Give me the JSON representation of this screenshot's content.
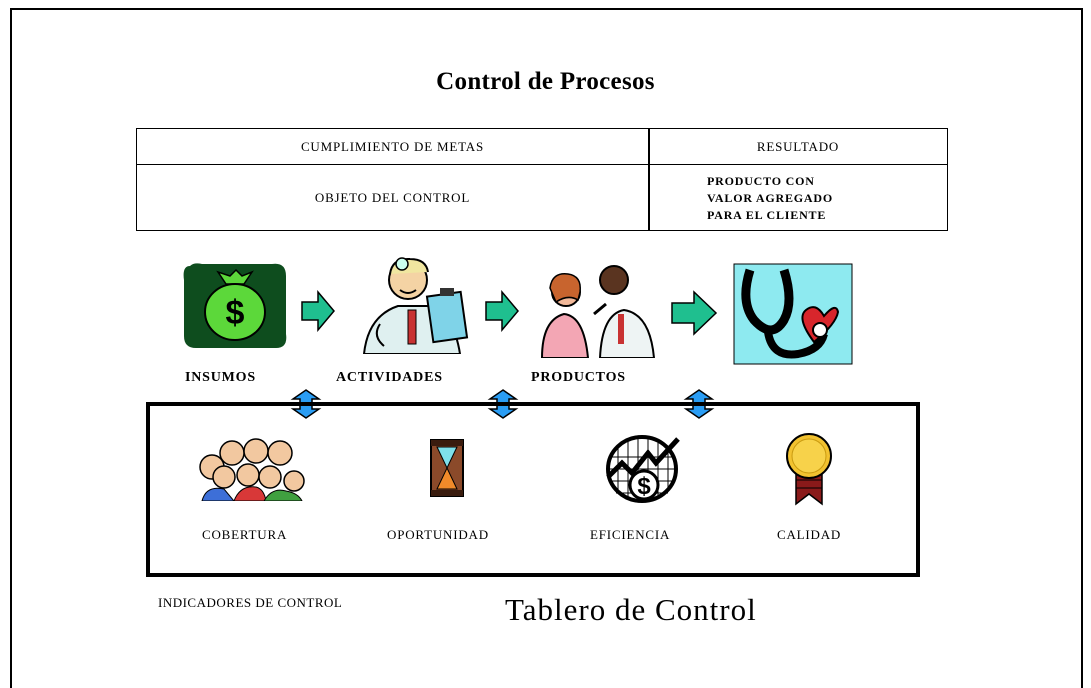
{
  "title": "Control de Procesos",
  "table": {
    "cumplimiento": "CUMPLIMIENTO DE METAS",
    "resultado": "RESULTADO",
    "objeto": "OBJETO  DEL CONTROL",
    "producto_lines": [
      "PRODUCTO CON",
      "VALOR AGREGADO",
      "PARA EL CLIENTE"
    ]
  },
  "process": [
    {
      "label": "INSUMOS",
      "icon": "money-bag-icon"
    },
    {
      "label": "ACTIVIDADES",
      "icon": "doctor-clipboard-icon"
    },
    {
      "label": "PRODUCTOS",
      "icon": "vaccination-icon"
    },
    {
      "label": "",
      "icon": "stethoscope-heart-icon"
    }
  ],
  "indicators": [
    {
      "label": "COBERTURA",
      "icon": "crowd-icon"
    },
    {
      "label": "OPORTUNIDAD",
      "icon": "hourglass-icon"
    },
    {
      "label": "EFICIENCIA",
      "icon": "growth-dollar-icon"
    },
    {
      "label": "CALIDAD",
      "icon": "award-ribbon-icon"
    }
  ],
  "footer": {
    "indicadores": "INDICADORES DE CONTROL",
    "tablero": "Tablero de Control"
  },
  "colors": {
    "arrow_green": "#1fbf8f",
    "arrow_blue": "#2a9df4",
    "money_green": "#5cd83a",
    "bag_bg": "#0e4d1e",
    "stetho_bg": "#8eeaf0",
    "heart_red": "#d8262c",
    "medal_gold": "#f2c230"
  }
}
